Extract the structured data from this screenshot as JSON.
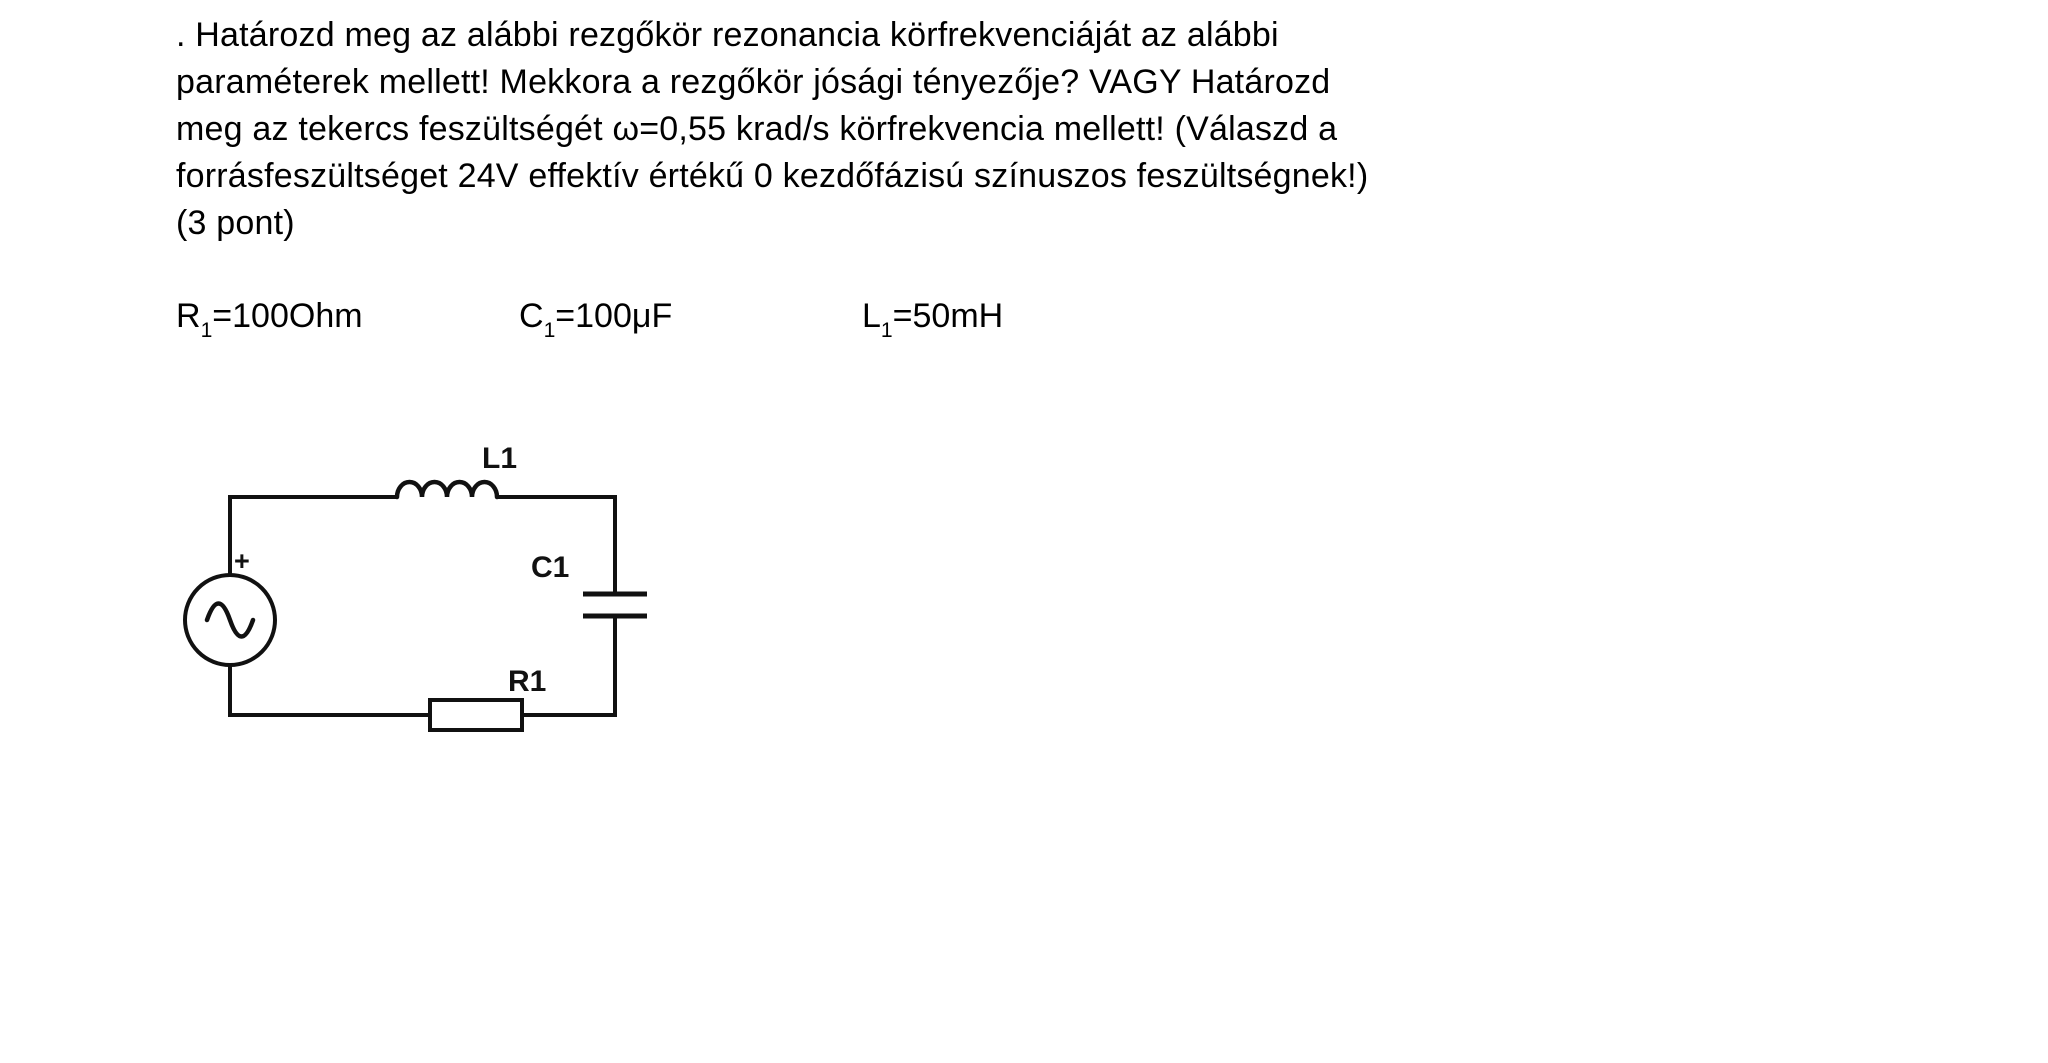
{
  "problem": {
    "lines": [
      ".  Határozd meg az alábbi rezgőkör rezonancia körfrekvenciáját az alábbi",
      "paraméterek mellett! Mekkora a rezgőkör jósági tényezője? VAGY Határozd",
      "meg az tekercs feszültségét ω=0,55 krad/s körfrekvencia mellett! (Válaszd a",
      "forrásfeszültséget 24V effektív értékű 0 kezdőfázisú színuszos feszültségnek!)",
      "(3 pont)"
    ]
  },
  "parameters": [
    {
      "symbol": "R",
      "subscript": "1",
      "rest": "=100Ohm"
    },
    {
      "symbol": "C",
      "subscript": "1",
      "rest": "=100μF"
    },
    {
      "symbol": "L",
      "subscript": "1",
      "rest": "=50mH"
    }
  ],
  "circuit": {
    "labels": {
      "inductor": "L1",
      "capacitor": "C1",
      "resistor": "R1",
      "source_polarity": "+"
    },
    "colors": {
      "line": "#111111",
      "background": "#ffffff"
    }
  }
}
